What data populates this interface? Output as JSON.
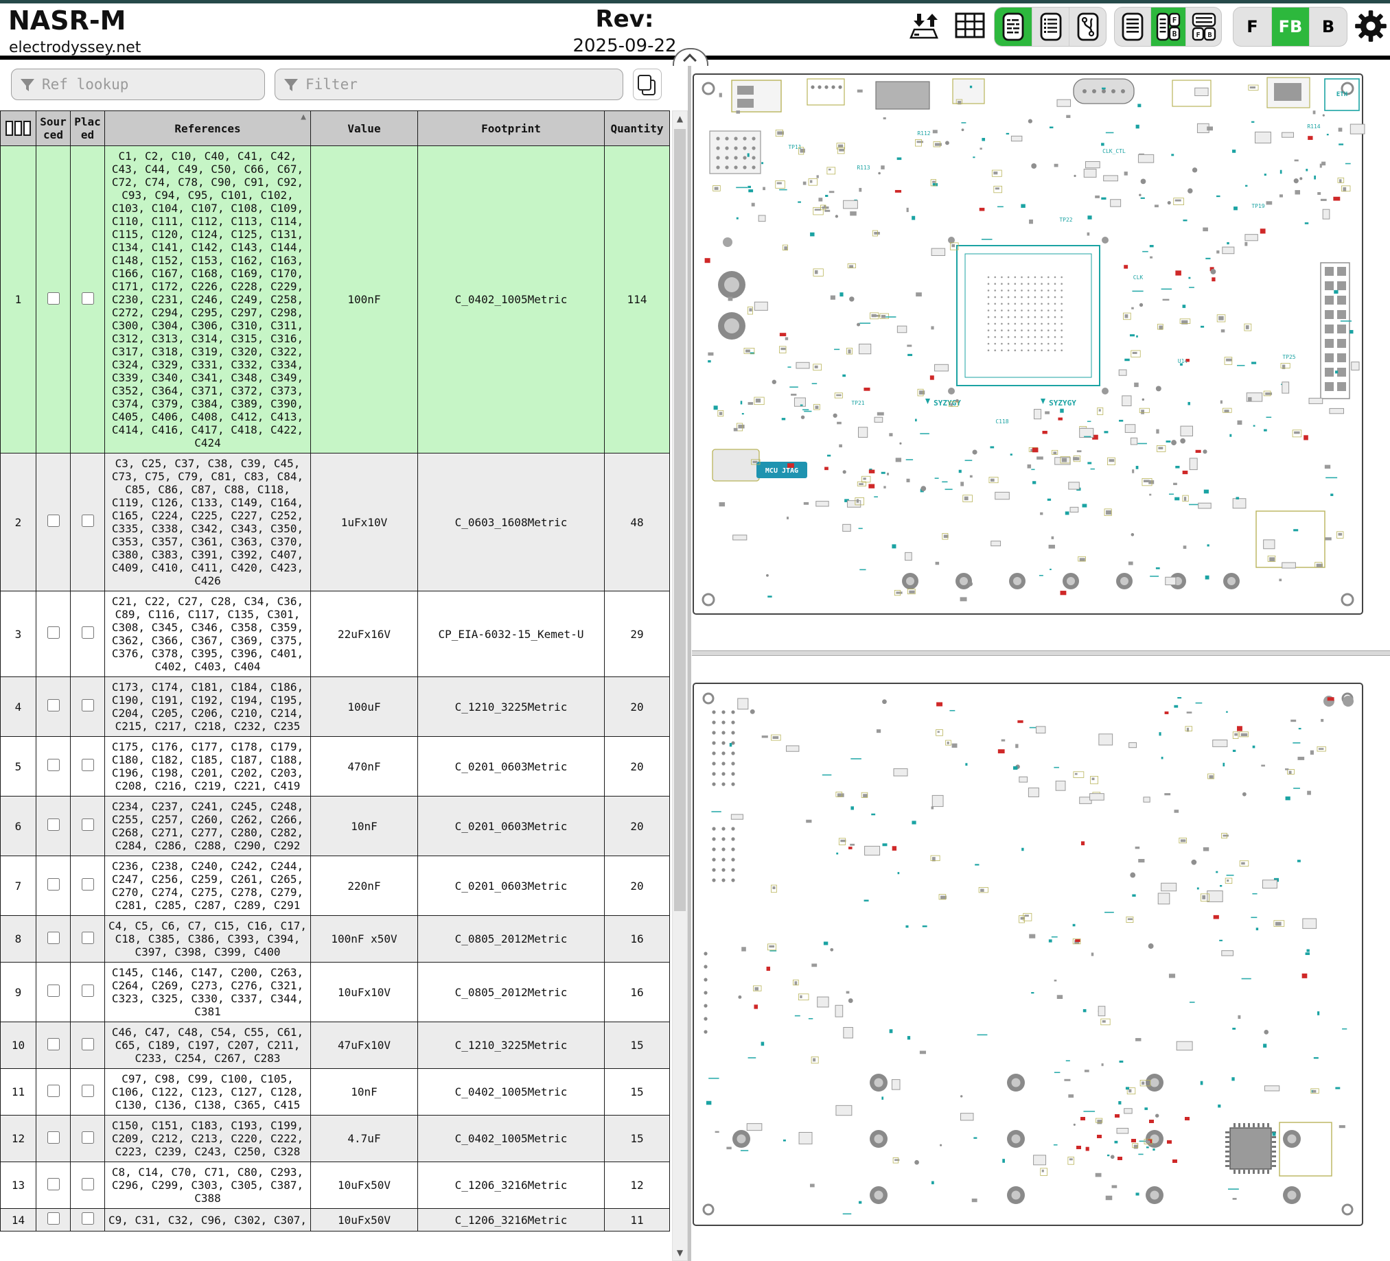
{
  "header": {
    "title": "NASR-M",
    "company": "electrodyssey.net",
    "rev_label": "Rev:",
    "rev_value": "2025-09-22"
  },
  "toolbar": {
    "icons": [
      "import-export-icon",
      "stats-icon",
      "gear-icon"
    ],
    "view_buttons": [
      {
        "name": "bom-grouped-view",
        "active": true
      },
      {
        "name": "bom-ungrouped-view",
        "active": false
      },
      {
        "name": "netlist-view",
        "active": false
      }
    ],
    "layout_buttons": [
      {
        "name": "layout-bom-only",
        "active": false
      },
      {
        "name": "layout-left-right",
        "active": true
      },
      {
        "name": "layout-top-bottom",
        "active": false
      }
    ],
    "fb": {
      "f": "F",
      "b": "B"
    },
    "layer_buttons": [
      {
        "label": "F",
        "active": false
      },
      {
        "label": "FB",
        "active": true
      },
      {
        "label": "B",
        "active": false
      }
    ]
  },
  "filters": {
    "ref_lookup_placeholder": "Ref lookup",
    "filter_placeholder": "Filter"
  },
  "icons": {
    "sort_asc": "▲",
    "scroll_up": "▲",
    "scroll_down": "▼"
  },
  "bom": {
    "columns": {
      "sourced": "Sourced",
      "placed": "Placed",
      "references": "References",
      "value": "Value",
      "footprint": "Footprint",
      "quantity": "Quantity"
    },
    "rows": [
      {
        "n": "1",
        "refs": "C1, C2, C10, C40, C41, C42, C43, C44, C49, C50, C66, C67, C72, C74, C78, C90, C91, C92, C93, C94, C95, C101, C102, C103, C104, C107, C108, C109, C110, C111, C112, C113, C114, C115, C120, C124, C125, C131, C134, C141, C142, C143, C144, C148, C152, C153, C162, C163, C166, C167, C168, C169, C170, C171, C172, C226, C228, C229, C230, C231, C246, C249, C258, C272, C294, C295, C297, C298, C300, C304, C306, C310, C311, C312, C313, C314, C315, C316, C317, C318, C319, C320, C322, C324, C329, C331, C332, C334, C339, C340, C341, C348, C349, C352, C364, C371, C372, C373, C374, C379, C384, C389, C390, C405, C406, C408, C412, C413, C414, C416, C417, C418, C422, C424",
        "value": "100nF",
        "footprint": "C_0402_1005Metric",
        "qty": "114",
        "selected": true
      },
      {
        "n": "2",
        "refs": "C3, C25, C37, C38, C39, C45, C73, C75, C79, C81, C83, C84, C85, C86, C87, C88, C118, C119, C126, C133, C149, C164, C165, C224, C225, C227, C252, C335, C338, C342, C343, C350, C353, C357, C361, C363, C370, C380, C383, C391, C392, C407, C409, C410, C411, C420, C423, C426",
        "value": "1uFx10V",
        "footprint": "C_0603_1608Metric",
        "qty": "48",
        "selected": false
      },
      {
        "n": "3",
        "refs": "C21, C22, C27, C28, C34, C36, C89, C116, C117, C135, C301, C308, C345, C346, C358, C359, C362, C366, C367, C369, C375, C376, C378, C395, C396, C401, C402, C403, C404",
        "value": "22uFx16V",
        "footprint": "CP_EIA-6032-15_Kemet-U",
        "qty": "29",
        "selected": false
      },
      {
        "n": "4",
        "refs": "C173, C174, C181, C184, C186, C190, C191, C192, C194, C195, C204, C205, C206, C210, C214, C215, C217, C218, C232, C235",
        "value": "100uF",
        "footprint": "C_1210_3225Metric",
        "qty": "20",
        "selected": false
      },
      {
        "n": "5",
        "refs": "C175, C176, C177, C178, C179, C180, C182, C185, C187, C188, C196, C198, C201, C202, C203, C208, C216, C219, C221, C419",
        "value": "470nF",
        "footprint": "C_0201_0603Metric",
        "qty": "20",
        "selected": false
      },
      {
        "n": "6",
        "refs": "C234, C237, C241, C245, C248, C255, C257, C260, C262, C266, C268, C271, C277, C280, C282, C284, C286, C288, C290, C292",
        "value": "10nF",
        "footprint": "C_0201_0603Metric",
        "qty": "20",
        "selected": false
      },
      {
        "n": "7",
        "refs": "C236, C238, C240, C242, C244, C247, C256, C259, C261, C265, C270, C274, C275, C278, C279, C281, C285, C287, C289, C291",
        "value": "220nF",
        "footprint": "C_0201_0603Metric",
        "qty": "20",
        "selected": false
      },
      {
        "n": "8",
        "refs": "C4, C5, C6, C7, C15, C16, C17, C18, C385, C386, C393, C394, C397, C398, C399, C400",
        "value": "100nF x50V",
        "footprint": "C_0805_2012Metric",
        "qty": "16",
        "selected": false
      },
      {
        "n": "9",
        "refs": "C145, C146, C147, C200, C263, C264, C269, C273, C276, C321, C323, C325, C330, C337, C344, C381",
        "value": "10uFx10V",
        "footprint": "C_0805_2012Metric",
        "qty": "16",
        "selected": false
      },
      {
        "n": "10",
        "refs": "C46, C47, C48, C54, C55, C61, C65, C189, C197, C207, C211, C233, C254, C267, C283",
        "value": "47uFx10V",
        "footprint": "C_1210_3225Metric",
        "qty": "15",
        "selected": false
      },
      {
        "n": "11",
        "refs": "C97, C98, C99, C100, C105, C106, C122, C123, C127, C128, C130, C136, C138, C365, C415",
        "value": "10nF",
        "footprint": "C_0402_1005Metric",
        "qty": "15",
        "selected": false
      },
      {
        "n": "12",
        "refs": "C150, C151, C183, C193, C199, C209, C212, C213, C220, C222, C223, C239, C243, C250, C328",
        "value": "4.7uF",
        "footprint": "C_0402_1005Metric",
        "qty": "15",
        "selected": false
      },
      {
        "n": "13",
        "refs": "C8, C14, C70, C71, C80, C293, C296, C299, C303, C305, C387, C388",
        "value": "10uFx50V",
        "footprint": "C_1206_3216Metric",
        "qty": "12",
        "selected": false
      },
      {
        "n": "14",
        "refs": "C9, C31, C32, C96, C302, C307,",
        "value": "10uFx50V",
        "footprint": "C_1206_3216Metric",
        "qty": "11",
        "selected": false
      }
    ]
  },
  "pcb": {
    "front": {
      "jtag_label": "MCU JTAG",
      "syzygy_label": "SYZYGY",
      "eth_label": "ETH",
      "ref_labels": [
        "TP11",
        "R113",
        "R112",
        "TP22",
        "CLK",
        "U14",
        "C118",
        "TP21",
        "TP19",
        "TP25",
        "CLK_CTL",
        "R114"
      ]
    },
    "back": {}
  },
  "colors": {
    "accent_green": "#2db83d",
    "selected_row": "#c6f5c6",
    "pcb_silk_teal": "#1ba3a3",
    "pcb_highlight_red": "#cf2828",
    "pcb_courtyard_olive": "#b9b45a",
    "top_stripe": "#264a4a"
  }
}
